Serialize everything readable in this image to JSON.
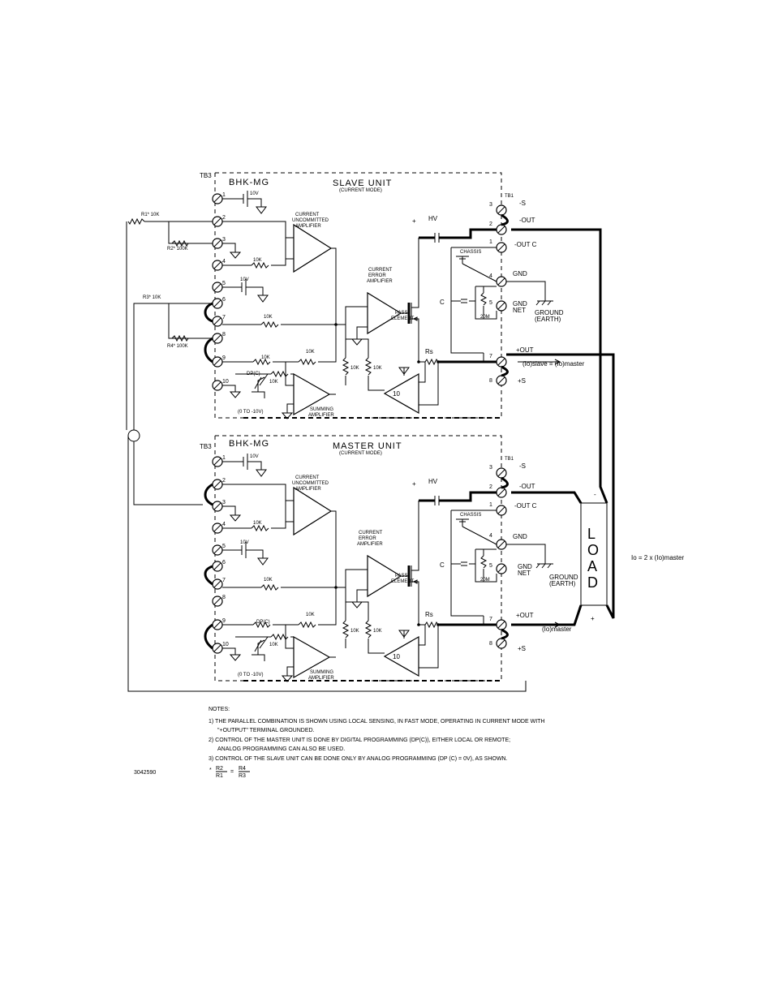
{
  "slave": {
    "tb_label": "TB3",
    "model": "BHK-MG",
    "title": "SLAVE UNIT",
    "mode": "(CURRENT MODE)",
    "tb1": "TB1",
    "out_label": "(Io)slave = (Io)master"
  },
  "master": {
    "tb_label": "TB3",
    "model": "BHK-MG",
    "title": "MASTER UNIT",
    "mode": "(CURRENT MODE)",
    "tb1": "TB1",
    "out_label": "(Io)master"
  },
  "labels": {
    "v10": "10V",
    "cua": [
      "CURRENT",
      "UNCOMMITTED",
      "AMPLIFIER"
    ],
    "cea": [
      "CURRENT",
      "ERROR",
      "AMPLIFIER"
    ],
    "pass": [
      "PASS",
      "ELEMENT"
    ],
    "summing": [
      "SUMMING",
      "AMPLIFIER"
    ],
    "k10": "10K",
    "dpc": "DP(C)",
    "range": "(0 TO -10V)",
    "hv": "HV",
    "rs": "Rs",
    "chassis": "CHASSIS",
    "gnd": "GND",
    "gnd_net": [
      "GND",
      "NET"
    ],
    "ground_earth": [
      "GROUND",
      "(EARTH)"
    ],
    "m20": "20M",
    "c": "C",
    "amp10": "10",
    "minus_s": "-S",
    "minus_out": "-OUT",
    "minus_out_c": "-OUT C",
    "plus_out": "+OUT",
    "plus_s": "+S",
    "plus": "+",
    "minus": "-",
    "r1": "R1* 10K",
    "r2": "R2* 100K",
    "r3": "R3* 10K",
    "r4": "R4* 100K",
    "load": [
      "L",
      "O",
      "A",
      "D"
    ],
    "io_total": "Io = 2 x (Io)master"
  },
  "notes": {
    "heading": "NOTES:",
    "n1a": "1) THE PARALLEL COMBINATION IS SHOWN USING LOCAL SENSING, IN FAST MODE, OPERATING IN CURRENT MODE WITH",
    "n1b": "\"+OUTPUT\" TERMINAL GROUNDED.",
    "n2a": "2) CONTROL OF THE MASTER UNIT IS DONE BY DIGITAL PROGRAMMING (DP(C)), EITHER LOCAL OR REMOTE;",
    "n2b": "ANALOG PROGRAMMING CAN ALSO BE USED.",
    "n3": "3) CONTROL OF THE SLAVE UNIT CAN BE DONE ONLY BY ANALOG PROGRAMMING (DP (C) = 0V), AS SHOWN.",
    "ratio_star": "*",
    "ratio_left_num": "R2",
    "ratio_left_den": "R1",
    "ratio_eq": "=",
    "ratio_right_num": "R4",
    "ratio_right_den": "R3"
  },
  "drawing_number": "3042590"
}
